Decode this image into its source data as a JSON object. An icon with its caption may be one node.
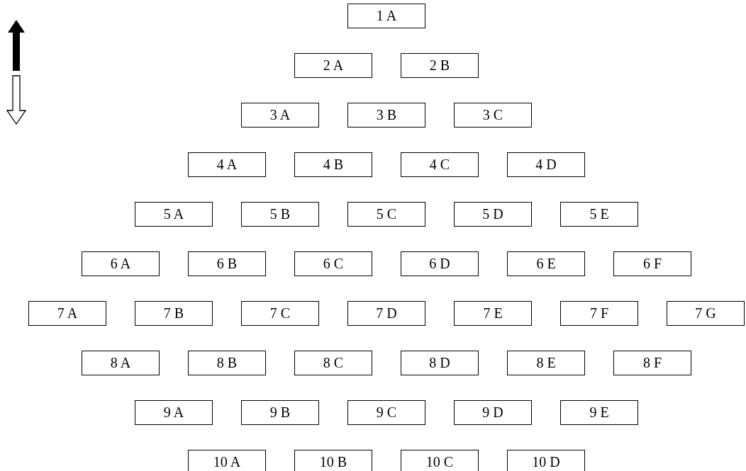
{
  "diagram": {
    "nodes": [
      {
        "text": [
          "1 A"
        ]
      },
      {
        "text": [
          "2 A"
        ]
      },
      {
        "text": [
          "2 B"
        ]
      },
      {
        "text": [
          "3 A"
        ]
      },
      {
        "text": [
          "3 B"
        ]
      },
      {
        "text": [
          "3 C"
        ]
      },
      {
        "text": [
          "4 A"
        ]
      },
      {
        "text": [
          "4 B"
        ]
      },
      {
        "text": [
          "4 C"
        ]
      },
      {
        "text": [
          "4 D"
        ]
      },
      {
        "text": [
          "5 A"
        ]
      },
      {
        "text": [
          "5 B"
        ]
      },
      {
        "text": [
          "5 C"
        ]
      },
      {
        "text": [
          "5 D"
        ]
      },
      {
        "text": [
          "5 E"
        ]
      },
      {
        "text": [
          "6 A"
        ]
      },
      {
        "text": [
          "6 B"
        ]
      },
      {
        "text": [
          "6 C"
        ]
      },
      {
        "text": [
          "6 D"
        ]
      },
      {
        "text": [
          "6 E"
        ]
      },
      {
        "text": [
          "6 F"
        ]
      },
      {
        "text": [
          "7 A"
        ]
      },
      {
        "text": [
          "7 B"
        ]
      },
      {
        "text": [
          "7 C"
        ]
      },
      {
        "text": [
          "7 D"
        ]
      },
      {
        "text": [
          "7 E"
        ]
      },
      {
        "text": [
          "7 F"
        ]
      },
      {
        "text": [
          "7 G"
        ]
      },
      {
        "text": [
          "8 A"
        ]
      },
      {
        "text": [
          "8 B"
        ]
      },
      {
        "text": [
          "8 C"
        ]
      },
      {
        "text": [
          "8 D"
        ]
      },
      {
        "text": [
          "8 E"
        ]
      },
      {
        "text": [
          "8 F"
        ]
      },
      {
        "text": [
          "9 A"
        ]
      },
      {
        "text": [
          "9 B"
        ]
      },
      {
        "text": [
          "9 C"
        ]
      },
      {
        "text": [
          "9 D"
        ]
      },
      {
        "text": [
          "9 E"
        ]
      },
      {
        "text": [
          "10 A"
        ]
      },
      {
        "text": [
          "10 B"
        ]
      },
      {
        "text": [
          "10 C"
        ]
      },
      {
        "text": [
          "10 D"
        ]
      }
    ]
  }
}
